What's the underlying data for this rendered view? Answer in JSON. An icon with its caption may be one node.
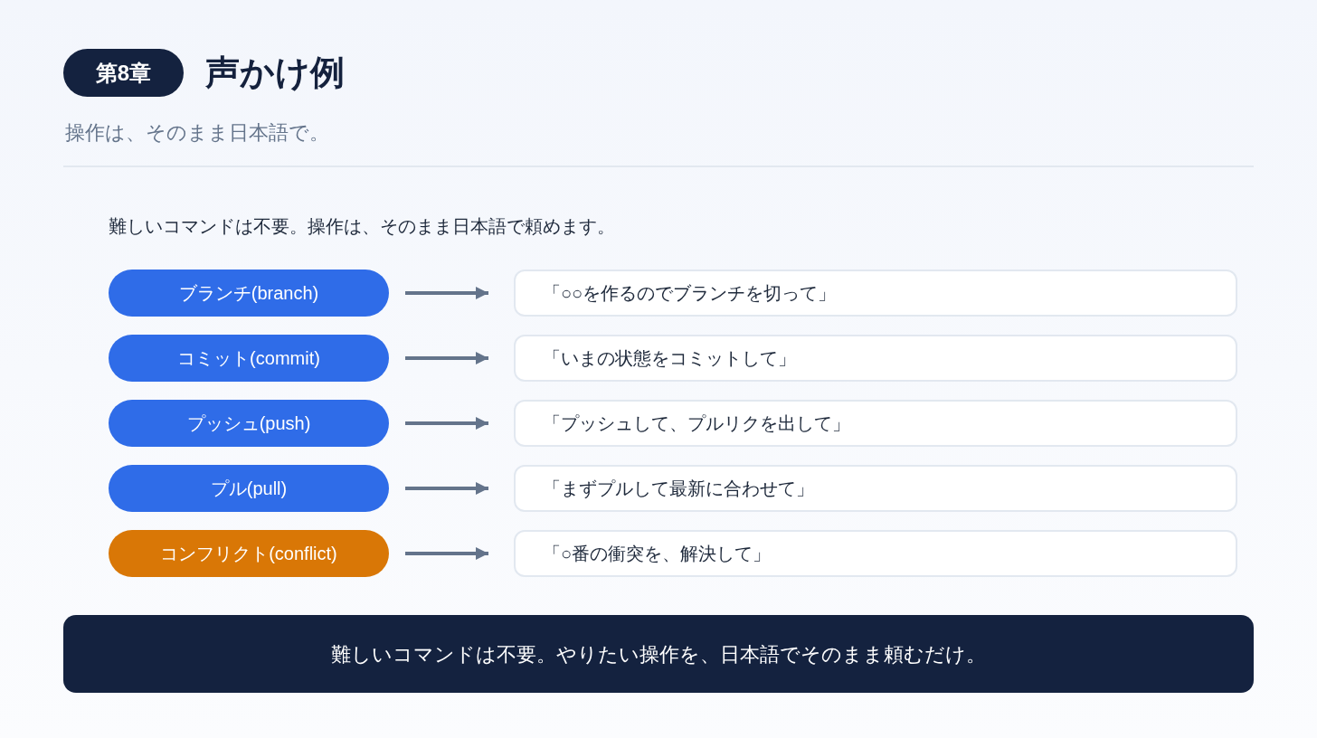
{
  "diagram": {
    "title": "声かけ例",
    "nodes": [
      {
        "text": [
          "第8章"
        ]
      },
      {
        "text": [
          "ブランチ(branch)"
        ]
      },
      {
        "text": [
          "「○○を作るのでブランチを切って」"
        ]
      },
      {
        "text": [
          "コミット(commit)"
        ]
      },
      {
        "text": [
          "「いまの状態をコミットして」"
        ]
      },
      {
        "text": [
          "プッシュ(push)"
        ]
      },
      {
        "text": [
          "「プッシュして、プルリクを出して」"
        ]
      },
      {
        "text": [
          "プル(pull)"
        ]
      },
      {
        "text": [
          "「まずプルして最新に合わせて」"
        ]
      },
      {
        "text": [
          "コンフリクト(conflict)"
        ]
      },
      {
        "text": [
          "「○番の衝突を、解決して」"
        ]
      },
      {
        "text": [
          "難しいコマンドは不要。やりたい操作を、日本語でそのまま頼むだけ。"
        ]
      }
    ],
    "edges": [
      {
        "from": 1,
        "to": 2,
        "arrow": "to"
      },
      {
        "from": 3,
        "to": 4,
        "arrow": "to"
      },
      {
        "from": 5,
        "to": 6,
        "arrow": "to"
      },
      {
        "from": 7,
        "to": 8,
        "arrow": "to"
      },
      {
        "from": 9,
        "to": 10,
        "arrow": "to"
      }
    ],
    "labels": [
      "操作は、そのまま日本語で。",
      "難しいコマンドは不要。操作は、そのまま日本語で頼めます。"
    ]
  }
}
